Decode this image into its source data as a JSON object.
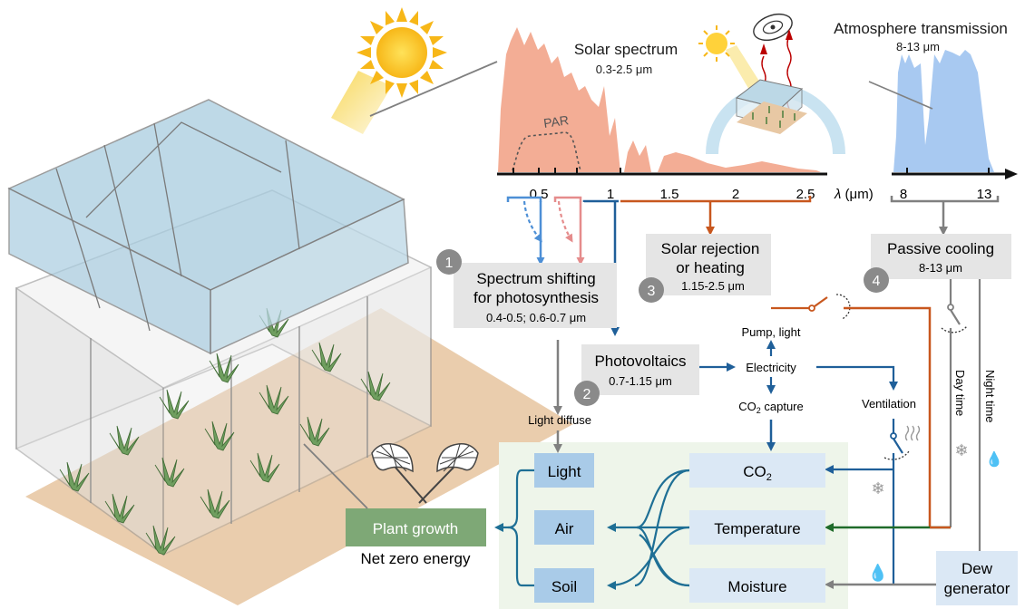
{
  "spectrum": {
    "solar_title": "Solar spectrum",
    "solar_range": "0.3-2.5 μm",
    "par_label": "PAR",
    "atm_title": "Atmosphere transmission",
    "atm_range": "8-13 μm",
    "axis_ticks": [
      "0.5",
      "1",
      "1.5",
      "2",
      "2.5",
      "8",
      "13"
    ],
    "axis_unit_symbol": "λ",
    "axis_unit": " (μm)"
  },
  "mechanisms": [
    {
      "num": "1",
      "title_line1": "Spectrum shifting",
      "title_line2": "for photosynthesis",
      "range": "0.4-0.5; 0.6-0.7 μm"
    },
    {
      "num": "2",
      "title_line1": "Photovoltaics",
      "range": "0.7-1.15 μm"
    },
    {
      "num": "3",
      "title_line1": "Solar rejection",
      "title_line2": "or heating",
      "range": "1.15-2.5 μm"
    },
    {
      "num": "4",
      "title_line1": "Passive cooling",
      "range": "8-13 μm"
    }
  ],
  "flow": {
    "electricity": "Electricity",
    "pump_light": "Pump, light",
    "co2_capture_prefix": "CO",
    "co2_capture_sub": "2",
    "co2_capture_suffix": " capture",
    "ventilation": "Ventilation",
    "light_diffuse": "Light diffuse",
    "day_time": "Day time",
    "night_time": "Night time"
  },
  "environment": {
    "co2_prefix": "CO",
    "co2_sub": "2",
    "temperature": "Temperature",
    "moisture": "Moisture",
    "dew_line1": "Dew",
    "dew_line2": "generator"
  },
  "plant": {
    "light": "Light",
    "air": "Air",
    "soil": "Soil",
    "plant_growth": "Plant growth",
    "net_zero": "Net zero energy"
  },
  "colors": {
    "solar": "#f2a98f",
    "atmosphere": "#9fc3ef",
    "blue_arrow": "#1f5f99",
    "orange_arrow": "#c8571e",
    "green_arrow": "#1f6b2a",
    "gray_arrow": "#808080",
    "box_gray": "#e5e5e5",
    "box_blue": "#dbe8f5",
    "box_dark_blue": "#a9cbe8",
    "plant_green": "#7ea876",
    "soil": "#e8c8a4",
    "glass": "#a9cde0"
  }
}
